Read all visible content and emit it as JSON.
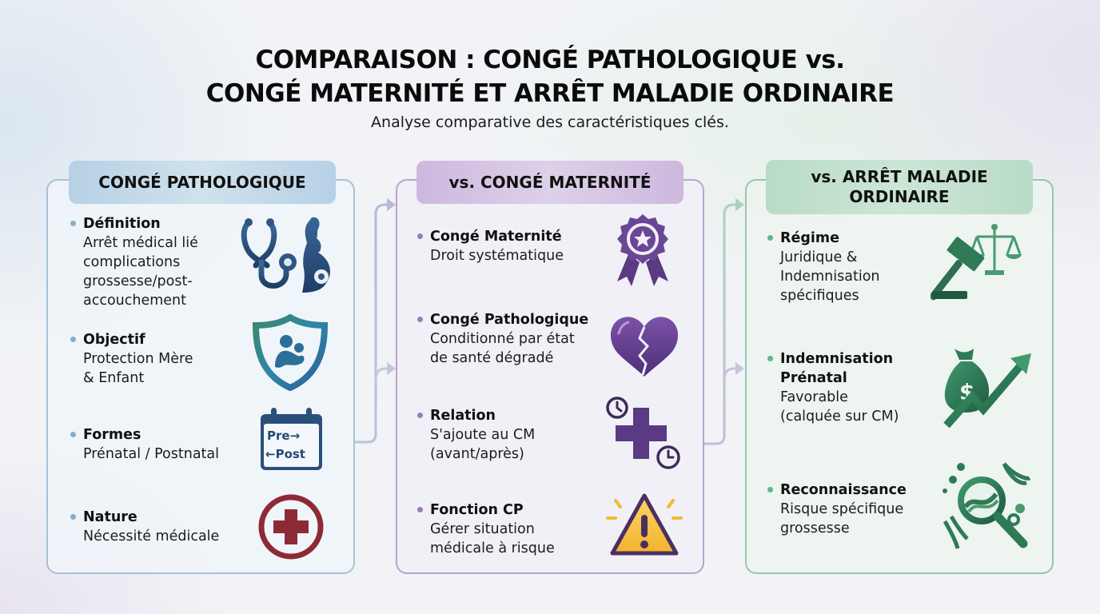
{
  "title": {
    "line1": "COMPARAISON : CONGÉ PATHOLOGIQUE vs.",
    "line2": "CONGÉ MATERNITÉ ET ARRÊT MALADIE ORDINAIRE",
    "subtitle": "Analyse comparative des caractéristiques clés."
  },
  "colors": {
    "panel1_accent": "#8aaacb",
    "panel2_accent": "#9b7bb8",
    "panel3_accent": "#64b48b",
    "icon_blue": "#2f5582",
    "icon_purple": "#5a3a82",
    "icon_green": "#2f7a57",
    "icon_red": "#8e2a35",
    "warning_yellow": "#f6c341"
  },
  "panels": [
    {
      "header": "CONGÉ PATHOLOGIQUE",
      "items": [
        {
          "label": "Définition",
          "desc1": "Arrêt médical lié",
          "desc2": "complications",
          "desc3": "grossesse/post-",
          "desc4": "accouchement",
          "icon": "stethoscope-pregnant-icon"
        },
        {
          "label": "Objectif",
          "desc1": "Protection Mère",
          "desc2": "& Enfant",
          "icon": "shield-mother-child-icon"
        },
        {
          "label": "Formes",
          "desc1": "Prénatal / Postnatal",
          "icon": "calendar-pre-post-icon",
          "icon_text1": "Pre",
          "icon_text2": "Post"
        },
        {
          "label": "Nature",
          "desc1": "Nécessité médicale",
          "icon": "medical-cross-icon"
        }
      ]
    },
    {
      "header": "vs. CONGÉ MATERNITÉ",
      "items": [
        {
          "label": "Congé Maternité",
          "desc1": "Droit systématique",
          "icon": "award-ribbon-icon"
        },
        {
          "label": "Congé Pathologique",
          "desc1": "Conditionné par état",
          "desc2": "de santé dégradé",
          "icon": "broken-heart-icon"
        },
        {
          "label": "Relation",
          "desc1": "S'ajoute au CM",
          "desc2": "(avant/après)",
          "icon": "plus-clock-icon"
        },
        {
          "label": "Fonction CP",
          "desc1": "Gérer situation",
          "desc2": "médicale à risque",
          "icon": "warning-icon"
        }
      ]
    },
    {
      "header_line1": "vs. ARRÊT MALADIE",
      "header_line2": "ORDINAIRE",
      "items": [
        {
          "label": "Régime",
          "desc1": "Juridique &",
          "desc2": "Indemnisation",
          "desc3": "spécifiques",
          "icon": "gavel-scales-icon"
        },
        {
          "label": "Indemnisation",
          "label2": "Prénatal",
          "desc1": "Favorable",
          "desc2": "(calquée sur CM)",
          "icon": "money-bag-growth-icon"
        },
        {
          "label": "Reconnaissance",
          "desc1": "Risque spécifique",
          "desc2": "grossesse",
          "icon": "dna-magnifier-icon"
        }
      ]
    }
  ]
}
